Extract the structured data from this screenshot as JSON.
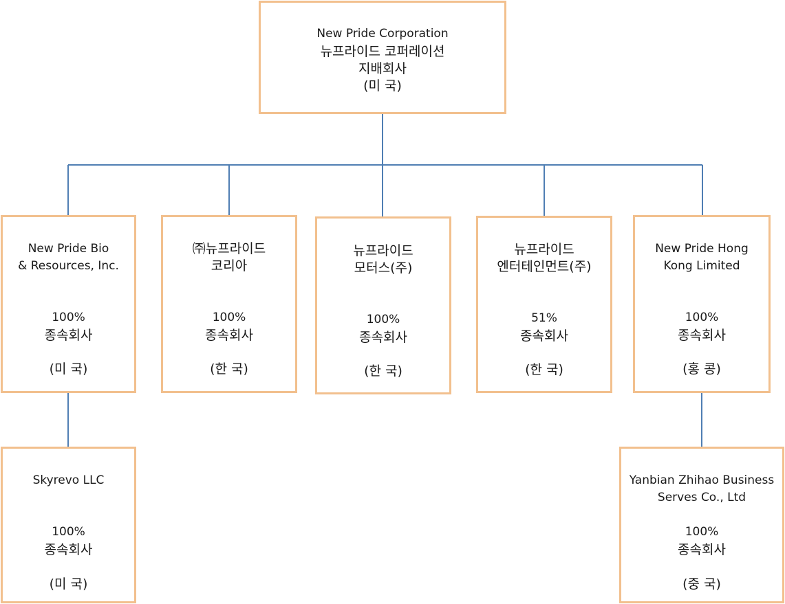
{
  "colors": {
    "box_border": "#f2c08e",
    "connector": "#4f7eb3"
  },
  "parent": {
    "name_en": "New Pride Corporation",
    "name_ko": "뉴프라이드 코퍼레이션",
    "role": "지배회사",
    "country": "(미 국)"
  },
  "subsidiaries": [
    {
      "name_line1": "New Pride Bio",
      "name_line2": "& Resources, Inc.",
      "percent": "100%",
      "type": "종속회사",
      "country": "(미 국)"
    },
    {
      "name_line1": "㈜뉴프라이드",
      "name_line2": "코리아",
      "percent": "100%",
      "type": "종속회사",
      "country": "(한 국)"
    },
    {
      "name_line1": "뉴프라이드",
      "name_line2": "모터스(주)",
      "percent": "100%",
      "type": "종속회사",
      "country": "(한 국)"
    },
    {
      "name_line1": "뉴프라이드",
      "name_line2": "엔터테인먼트(주)",
      "percent": "51%",
      "type": "종속회사",
      "country": "(한 국)"
    },
    {
      "name_line1": "New Pride Hong",
      "name_line2": "Kong Limited",
      "percent": "100%",
      "type": "종속회사",
      "country": "(홍 콩)"
    }
  ],
  "sub_subsidiaries": [
    {
      "name": "Skyrevo LLC",
      "percent": "100%",
      "type": "종속회사",
      "country": "(미 국)"
    },
    {
      "name_line1": "Yanbian Zhihao Business",
      "name_line2": "Serves Co., Ltd",
      "percent": "100%",
      "type": "종속회사",
      "country": "(중 국)"
    }
  ]
}
